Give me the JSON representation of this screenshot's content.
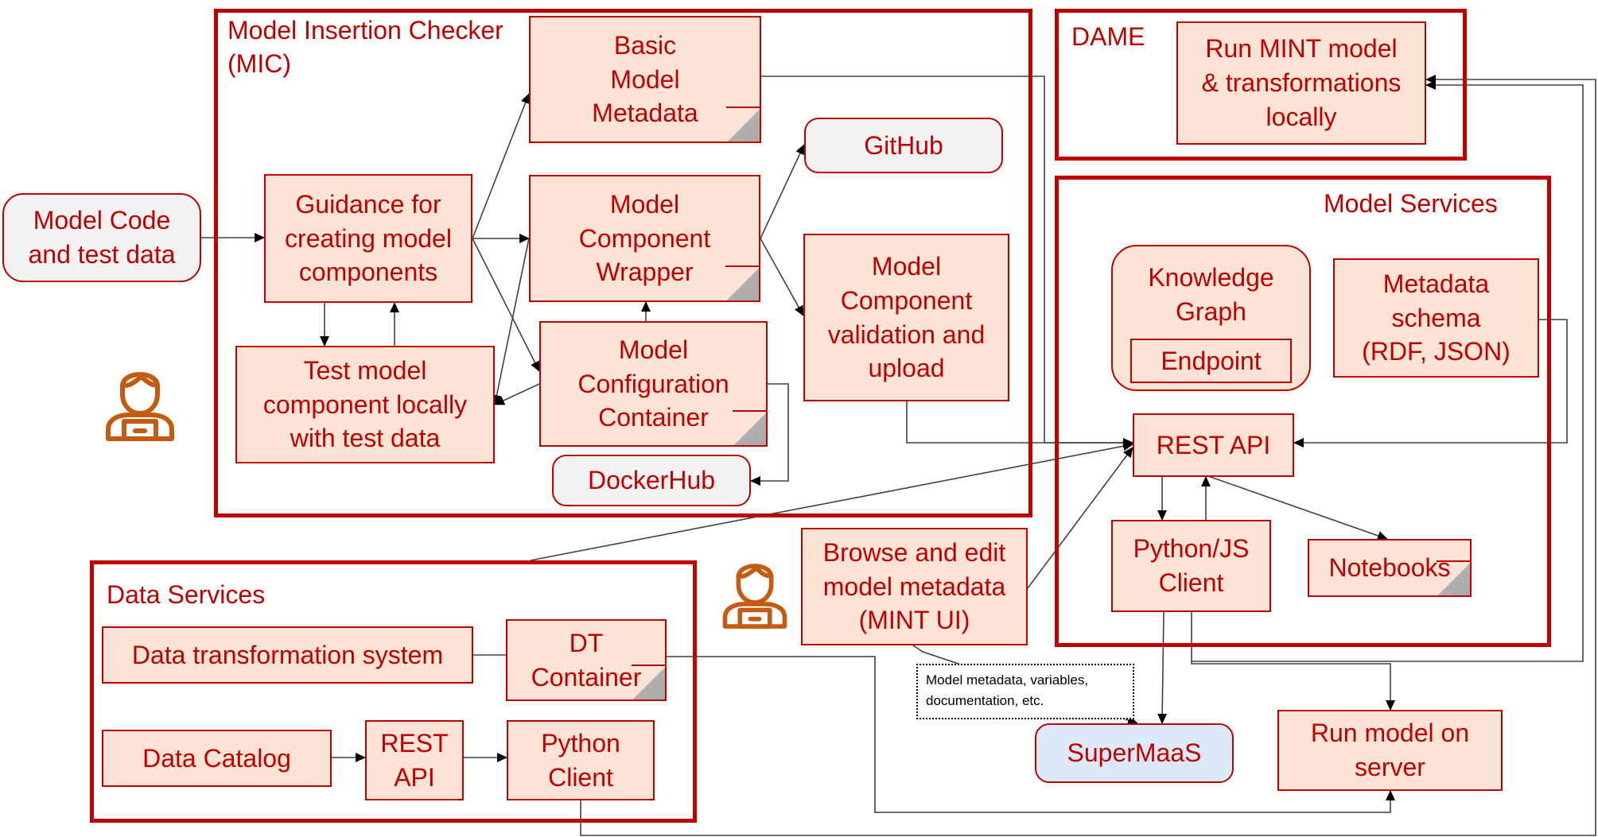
{
  "containers": {
    "mic": "Model Insertion Checker\n(MIC)",
    "dame": "DAME",
    "model_services": "Model Services",
    "data_services": "Data Services"
  },
  "nodes": {
    "model_code": "Model Code\nand test data",
    "guidance": "Guidance for\ncreating model\ncomponents",
    "test_model": "Test model\ncomponent locally\nwith test data",
    "basic_metadata": "Basic\nModel\nMetadata",
    "wrapper": "Model\nComponent\nWrapper",
    "config_container": "Model\nConfiguration\nContainer",
    "github": "GitHub",
    "validation": "Model\nComponent\nvalidation and\nupload",
    "dockerhub": "DockerHub",
    "run_mint": "Run MINT model\n& transformations\nlocally",
    "knowledge_graph": "Knowledge\nGraph",
    "endpoint": "Endpoint",
    "metadata_schema": "Metadata\nschema\n(RDF, JSON)",
    "rest_api": "REST API",
    "python_js_client": "Python/JS\nClient",
    "notebooks": "Notebooks",
    "browse_edit": "Browse and edit\nmodel metadata\n(MINT UI)",
    "supermaas": "SuperMaaS",
    "run_server": "Run model on\nserver",
    "dts": "Data transformation system",
    "dt_container": "DT\nContainer",
    "data_catalog": "Data Catalog",
    "ds_rest_api": "REST\nAPI",
    "python_client": "Python\nClient"
  },
  "note": "Model metadata, variables,\ndocumentation, etc.",
  "colors": {
    "accent": "#c00000",
    "fill": "#fbe3d6",
    "grey": "#f2f2f2",
    "blue": "#dbe9f8",
    "user_icon": "#c55a11"
  }
}
